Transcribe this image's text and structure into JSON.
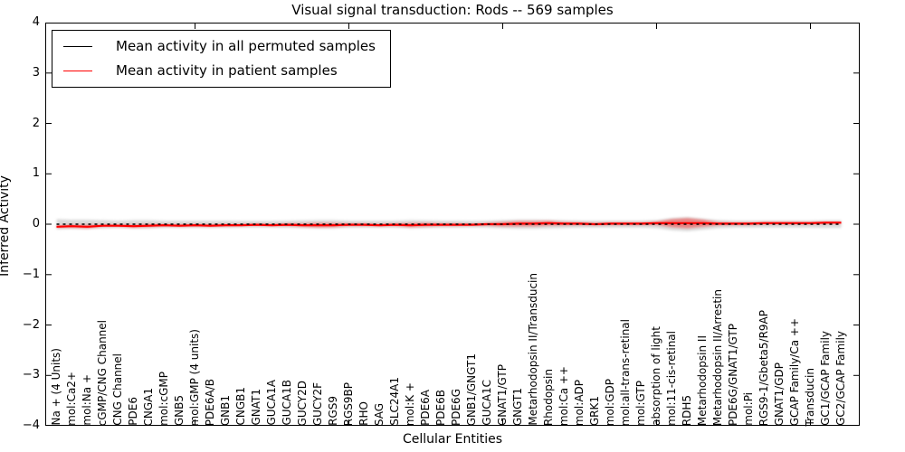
{
  "figure": {
    "title": "Visual signal transduction: Rods -- 569 samples",
    "xlabel": "Cellular Entities",
    "ylabel": "Inferred Activity"
  },
  "legend": {
    "items": [
      {
        "label": "Mean activity in all permuted samples",
        "color": "#000000"
      },
      {
        "label": "Mean activity in patient samples",
        "color": "#ff0000"
      }
    ],
    "position": "upper left"
  },
  "chart_data": {
    "type": "line",
    "title": "Visual signal transduction: Rods -- 569 samples",
    "xlabel": "Cellular Entities",
    "ylabel": "Inferred Activity",
    "ylim": [
      -4,
      4
    ],
    "yticks": [
      4,
      3,
      2,
      1,
      0,
      -1,
      -2,
      -3,
      -4
    ],
    "ytick_labels": [
      "4",
      "3",
      "2",
      "1",
      "0",
      "−1",
      "−2",
      "−3",
      "−4"
    ],
    "xtick_positions": [
      10,
      20,
      30,
      40,
      50
    ],
    "grid": false,
    "tick_label_rotation": 90,
    "legend_position": "upper left",
    "categories": [
      "Na + (4 Units)",
      "mol:Ca2+",
      "mol:Na +",
      "cGMP/CNG Channel",
      "CNG Channel",
      "PDE6",
      "CNGA1",
      "mol:cGMP",
      "GNB5",
      "mol:GMP (4 units)",
      "PDE6A/B",
      "GNB1",
      "CNGB1",
      "GNAT1",
      "GUCA1A",
      "GUCA1B",
      "GUCY2D",
      "GUCY2F",
      "RGS9",
      "RGS9BP",
      "RHO",
      "SAG",
      "SLC24A1",
      "mol:K +",
      "PDE6A",
      "PDE6B",
      "PDE6G",
      "GNB1/GNGT1",
      "GUCA1C",
      "GNAT1/GTP",
      "GNGT1",
      "Metarhodopsin II/Transducin",
      "Rhodopsin",
      "mol:Ca ++",
      "mol:ADP",
      "GRK1",
      "mol:GDP",
      "mol:all-trans-retinal",
      "mol:GTP",
      "absorption of light",
      "mol:11-cis-retinal",
      "RDH5",
      "Metarhodopsin II",
      "Metarhodopsin II/Arrestin",
      "PDE6G/GNAT1/GTP",
      "mol:Pi",
      "RGS9-1/Gbeta5/R9AP",
      "GNAT1/GDP",
      "GCAP Family/Ca ++",
      "Transducin",
      "GC1/GCAP Family",
      "GC2/GCAP Family"
    ],
    "series": [
      {
        "name": "Mean activity in all permuted samples",
        "color": "#000000",
        "style": "dashed",
        "values": [
          0,
          0,
          0,
          0,
          0,
          0,
          0,
          0,
          0,
          0,
          0,
          0,
          0,
          0,
          0,
          0,
          0,
          0,
          0,
          0,
          0,
          0,
          0,
          0,
          0,
          0,
          0,
          0,
          0,
          0,
          0,
          0,
          0,
          0,
          0,
          0,
          0,
          0,
          0,
          0,
          0,
          0,
          0,
          0,
          0,
          0,
          0,
          0,
          0,
          0,
          0,
          0
        ]
      },
      {
        "name": "Mean activity in patient samples",
        "color": "#ff0000",
        "style": "solid",
        "values": [
          -0.05,
          -0.04,
          -0.05,
          -0.03,
          -0.03,
          -0.04,
          -0.03,
          -0.02,
          -0.03,
          -0.02,
          -0.03,
          -0.02,
          -0.02,
          -0.01,
          -0.02,
          -0.01,
          -0.02,
          -0.02,
          -0.02,
          -0.01,
          -0.01,
          -0.02,
          -0.01,
          -0.02,
          -0.01,
          -0.01,
          -0.01,
          -0.01,
          0.0,
          0.0,
          0.01,
          0.01,
          0.02,
          0.01,
          0.01,
          0.0,
          0.01,
          0.01,
          0.01,
          0.02,
          0.02,
          0.02,
          0.02,
          0.01,
          0.01,
          0.01,
          0.02,
          0.02,
          0.02,
          0.02,
          0.03,
          0.03
        ]
      }
    ],
    "permuted_envelope": {
      "color": "#d6d6d6",
      "half_height": [
        0.1,
        0.09,
        0.09,
        0.08,
        0.07,
        0.08,
        0.08,
        0.07,
        0.07,
        0.07,
        0.07,
        0.07,
        0.065,
        0.065,
        0.065,
        0.07,
        0.075,
        0.08,
        0.08,
        0.07,
        0.07,
        0.07,
        0.07,
        0.08,
        0.075,
        0.07,
        0.07,
        0.065,
        0.07,
        0.08,
        0.09,
        0.09,
        0.085,
        0.075,
        0.07,
        0.07,
        0.07,
        0.07,
        0.07,
        0.08,
        0.12,
        0.14,
        0.11,
        0.08,
        0.07,
        0.07,
        0.07,
        0.07,
        0.07,
        0.07,
        0.075,
        0.075
      ]
    },
    "patient_spread": {
      "color": "#ff0000",
      "half_height": [
        0.02,
        0.03,
        0.035,
        0.02,
        0.02,
        0.03,
        0.03,
        0.02,
        0.02,
        0.02,
        0.02,
        0.02,
        0.015,
        0.015,
        0.015,
        0.02,
        0.03,
        0.045,
        0.04,
        0.02,
        0.02,
        0.02,
        0.02,
        0.04,
        0.035,
        0.02,
        0.02,
        0.015,
        0.02,
        0.04,
        0.05,
        0.05,
        0.045,
        0.03,
        0.025,
        0.02,
        0.02,
        0.02,
        0.02,
        0.03,
        0.08,
        0.1,
        0.07,
        0.03,
        0.02,
        0.02,
        0.02,
        0.02,
        0.02,
        0.015,
        0.015,
        0.015
      ]
    }
  }
}
